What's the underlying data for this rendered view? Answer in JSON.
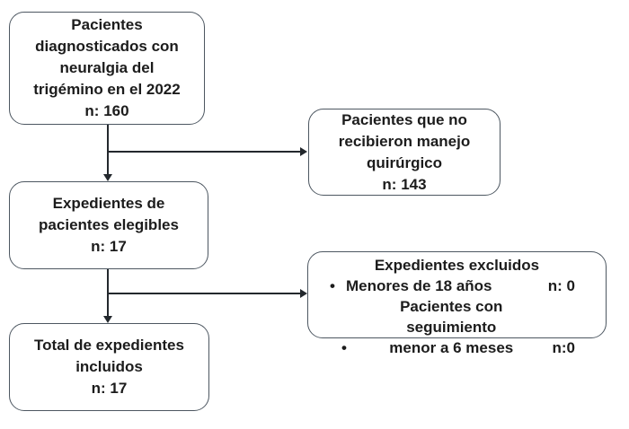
{
  "diagram": {
    "bullet": "•",
    "boxes": {
      "diagnosed": {
        "text": "Pacientes\ndiagnosticados con\nneuralgia del\ntrigémino en el 2022\nn: 160"
      },
      "no_surgery": {
        "text": "Pacientes que no\nrecibieron manejo\nquirúrgico\nn: 143"
      },
      "eligible": {
        "text": "Expedientes de\npacientes elegibles\nn: 17"
      },
      "excluded": {
        "title": "Expedientes excluidos",
        "items": [
          {
            "label": "Menores de 18 años",
            "value": "n: 0"
          },
          {
            "label": "Pacientes con seguimiento\nmenor a 6 meses",
            "value": "n:0"
          }
        ]
      },
      "included": {
        "text": "Total de expedientes\nincluidos\nn: 17"
      }
    },
    "colors": {
      "border": "#4d5761",
      "line": "#23282d",
      "text": "#1c1c1c",
      "background": "#ffffff"
    }
  }
}
